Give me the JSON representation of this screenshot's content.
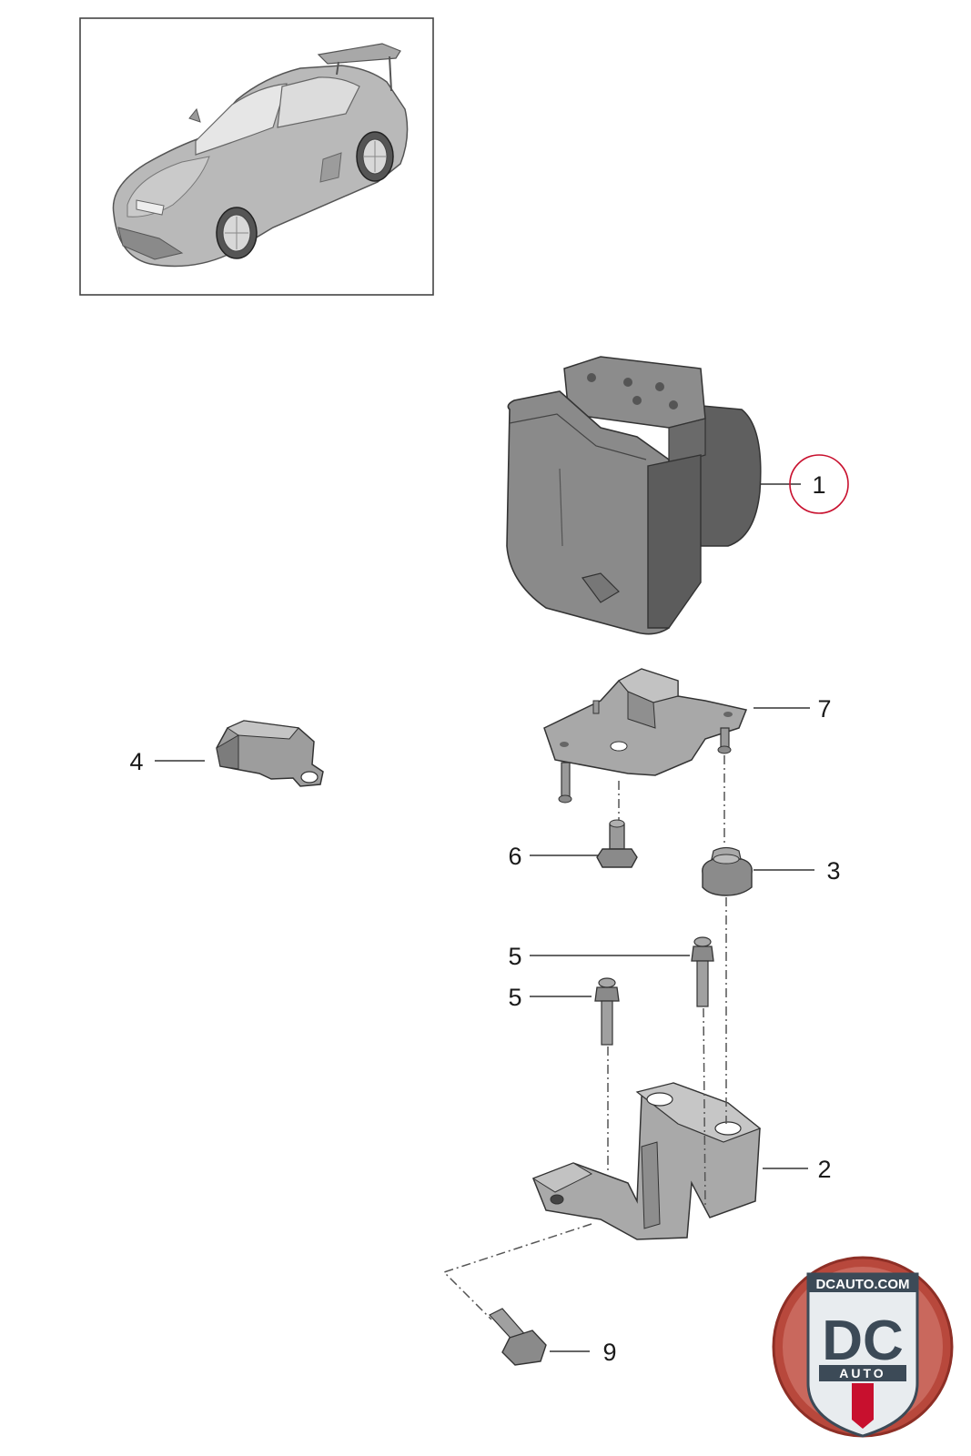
{
  "callouts": {
    "c1": "1",
    "c2": "2",
    "c3": "3",
    "c4": "4",
    "c5a": "5",
    "c5b": "5",
    "c6": "6",
    "c7": "7",
    "c9": "9"
  },
  "logo": {
    "site": "DCAUTO.COM",
    "mark": "DC",
    "word": "AUTO"
  },
  "colors": {
    "highlight_circle": "#c8102e",
    "logo_ring": "#b8483c",
    "part_gray": "#8e8e8e"
  }
}
